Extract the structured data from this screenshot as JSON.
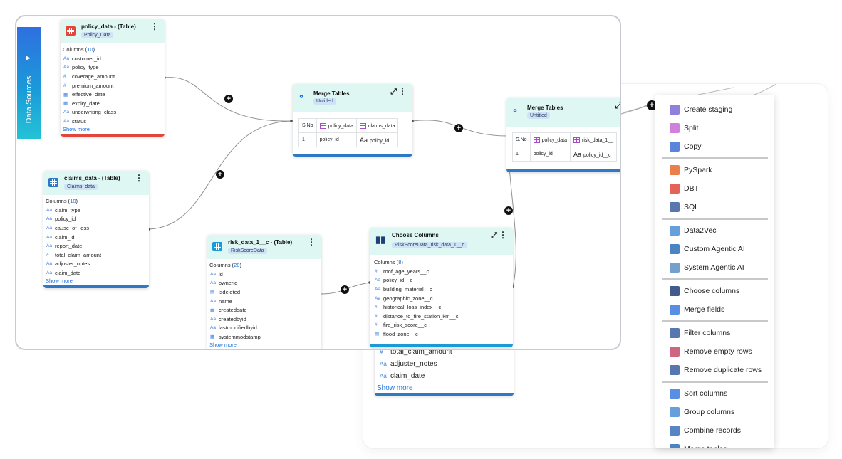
{
  "sidebar": {
    "label": "Data Sources",
    "toggle_icon": "chevron-right-icon"
  },
  "nodes": {
    "policy": {
      "title": "policy_data - (Table)",
      "tag": "Policy_Data",
      "cols_prefix": "Columns (",
      "cols_count": "10",
      "cols_suffix": ")",
      "columns": [
        {
          "type": "Aa",
          "name": "customer_id"
        },
        {
          "type": "Aa",
          "name": "policy_type"
        },
        {
          "type": "#",
          "name": "coverage_amount"
        },
        {
          "type": "#",
          "name": "premium_amount"
        },
        {
          "type": "date",
          "name": "effective_date"
        },
        {
          "type": "date",
          "name": "expiry_date"
        },
        {
          "type": "Aa",
          "name": "underwriting_class"
        },
        {
          "type": "Aa",
          "name": "status"
        }
      ],
      "more": "Show more",
      "color": "#e0463a"
    },
    "claims": {
      "title": "claims_data - (Table)",
      "tag": "Claims_data",
      "cols_prefix": "Columns (",
      "cols_count": "10",
      "cols_suffix": ")",
      "columns": [
        {
          "type": "Aa",
          "name": "claim_type"
        },
        {
          "type": "Aa",
          "name": "policy_id"
        },
        {
          "type": "Aa",
          "name": "cause_of_loss"
        },
        {
          "type": "Aa",
          "name": "claim_id"
        },
        {
          "type": "Aa",
          "name": "report_date"
        },
        {
          "type": "#",
          "name": "total_claim_amount"
        },
        {
          "type": "Aa",
          "name": "adjuster_notes"
        },
        {
          "type": "Aa",
          "name": "claim_date"
        }
      ],
      "more": "Show more",
      "color": "#2f78c4"
    },
    "risk": {
      "title": "risk_data_1__c - (Table)",
      "tag": "RiskScoreData",
      "cols_prefix": "Columns (",
      "cols_count": "20",
      "cols_suffix": ")",
      "columns": [
        {
          "type": "Aa",
          "name": "id"
        },
        {
          "type": "Aa",
          "name": "ownerid"
        },
        {
          "type": "bool",
          "name": "isdeleted"
        },
        {
          "type": "Aa",
          "name": "name"
        },
        {
          "type": "date",
          "name": "createddate"
        },
        {
          "type": "Aa",
          "name": "createdbyid"
        },
        {
          "type": "Aa",
          "name": "lastmodifiedbyid"
        },
        {
          "type": "date",
          "name": "systemmodstamp"
        }
      ],
      "more": "Show more",
      "color": "#1a9ad8"
    },
    "merge1": {
      "title": "Merge Tables",
      "tag": "Untitled",
      "h0": "S.No",
      "h1": "policy_data",
      "h2": "claims_data",
      "r0": "1",
      "r1": "policy_id",
      "r2": "policy_id"
    },
    "merge2": {
      "title": "Merge Tables",
      "tag": "Untitled",
      "h0": "S.No",
      "h1": "policy_data",
      "h2": "risk_data_1__",
      "r0": "1",
      "r1": "policy_id",
      "r2": "policy_id__c"
    },
    "choose": {
      "title": "Choose Columns",
      "tag": "RiskScoreData_risk_data_1__c",
      "cols_prefix": "Columns (",
      "cols_count": "8",
      "cols_suffix": ")",
      "columns": [
        {
          "type": "#",
          "name": "roof_age_years__c"
        },
        {
          "type": "Aa",
          "name": "policy_id__c"
        },
        {
          "type": "Aa",
          "name": "building_material__c"
        },
        {
          "type": "Aa",
          "name": "geographic_zone__c"
        },
        {
          "type": "#",
          "name": "historical_loss_index__c"
        },
        {
          "type": "#",
          "name": "distance_to_fire_station_km__c"
        },
        {
          "type": "#",
          "name": "fire_risk_score__c"
        },
        {
          "type": "bool",
          "name": "flood_zone__c"
        }
      ]
    }
  },
  "background_card": {
    "rows": [
      {
        "type": "#",
        "name": "total_claim_amount"
      },
      {
        "type": "Aa",
        "name": "adjuster_notes"
      },
      {
        "type": "Aa",
        "name": "claim_date"
      }
    ],
    "more": "Show more"
  },
  "menu": {
    "groups": [
      [
        {
          "label": "Create staging",
          "icon": "staging-icon"
        },
        {
          "label": "Split",
          "icon": "split-icon"
        },
        {
          "label": "Copy",
          "icon": "copy-icon"
        }
      ],
      [
        {
          "label": "PySpark",
          "icon": "pyspark-icon"
        },
        {
          "label": "DBT",
          "icon": "dbt-icon"
        },
        {
          "label": "SQL",
          "icon": "sql-icon"
        }
      ],
      [
        {
          "label": "Data2Vec",
          "icon": "data2vec-icon"
        },
        {
          "label": "Custom Agentic AI",
          "icon": "custom-ai-icon"
        },
        {
          "label": "System Agentic AI",
          "icon": "system-ai-icon"
        }
      ],
      [
        {
          "label": "Choose columns",
          "icon": "choose-columns-icon"
        },
        {
          "label": "Merge fields",
          "icon": "merge-fields-icon"
        }
      ],
      [
        {
          "label": "Filter columns",
          "icon": "filter-icon"
        },
        {
          "label": "Remove empty rows",
          "icon": "remove-empty-icon"
        },
        {
          "label": "Remove duplicate rows",
          "icon": "remove-duplicate-icon"
        }
      ],
      [
        {
          "label": "Sort columns",
          "icon": "sort-icon"
        },
        {
          "label": "Group columns",
          "icon": "group-icon"
        },
        {
          "label": "Combine records",
          "icon": "combine-icon"
        },
        {
          "label": "Merge tables",
          "icon": "merge-tables-icon"
        }
      ]
    ]
  },
  "colors": {
    "accent_teal": "#dff7f3",
    "link_blue": "#1a6ee0",
    "table_red": "#e0463a",
    "table_blue": "#2f78c4"
  }
}
